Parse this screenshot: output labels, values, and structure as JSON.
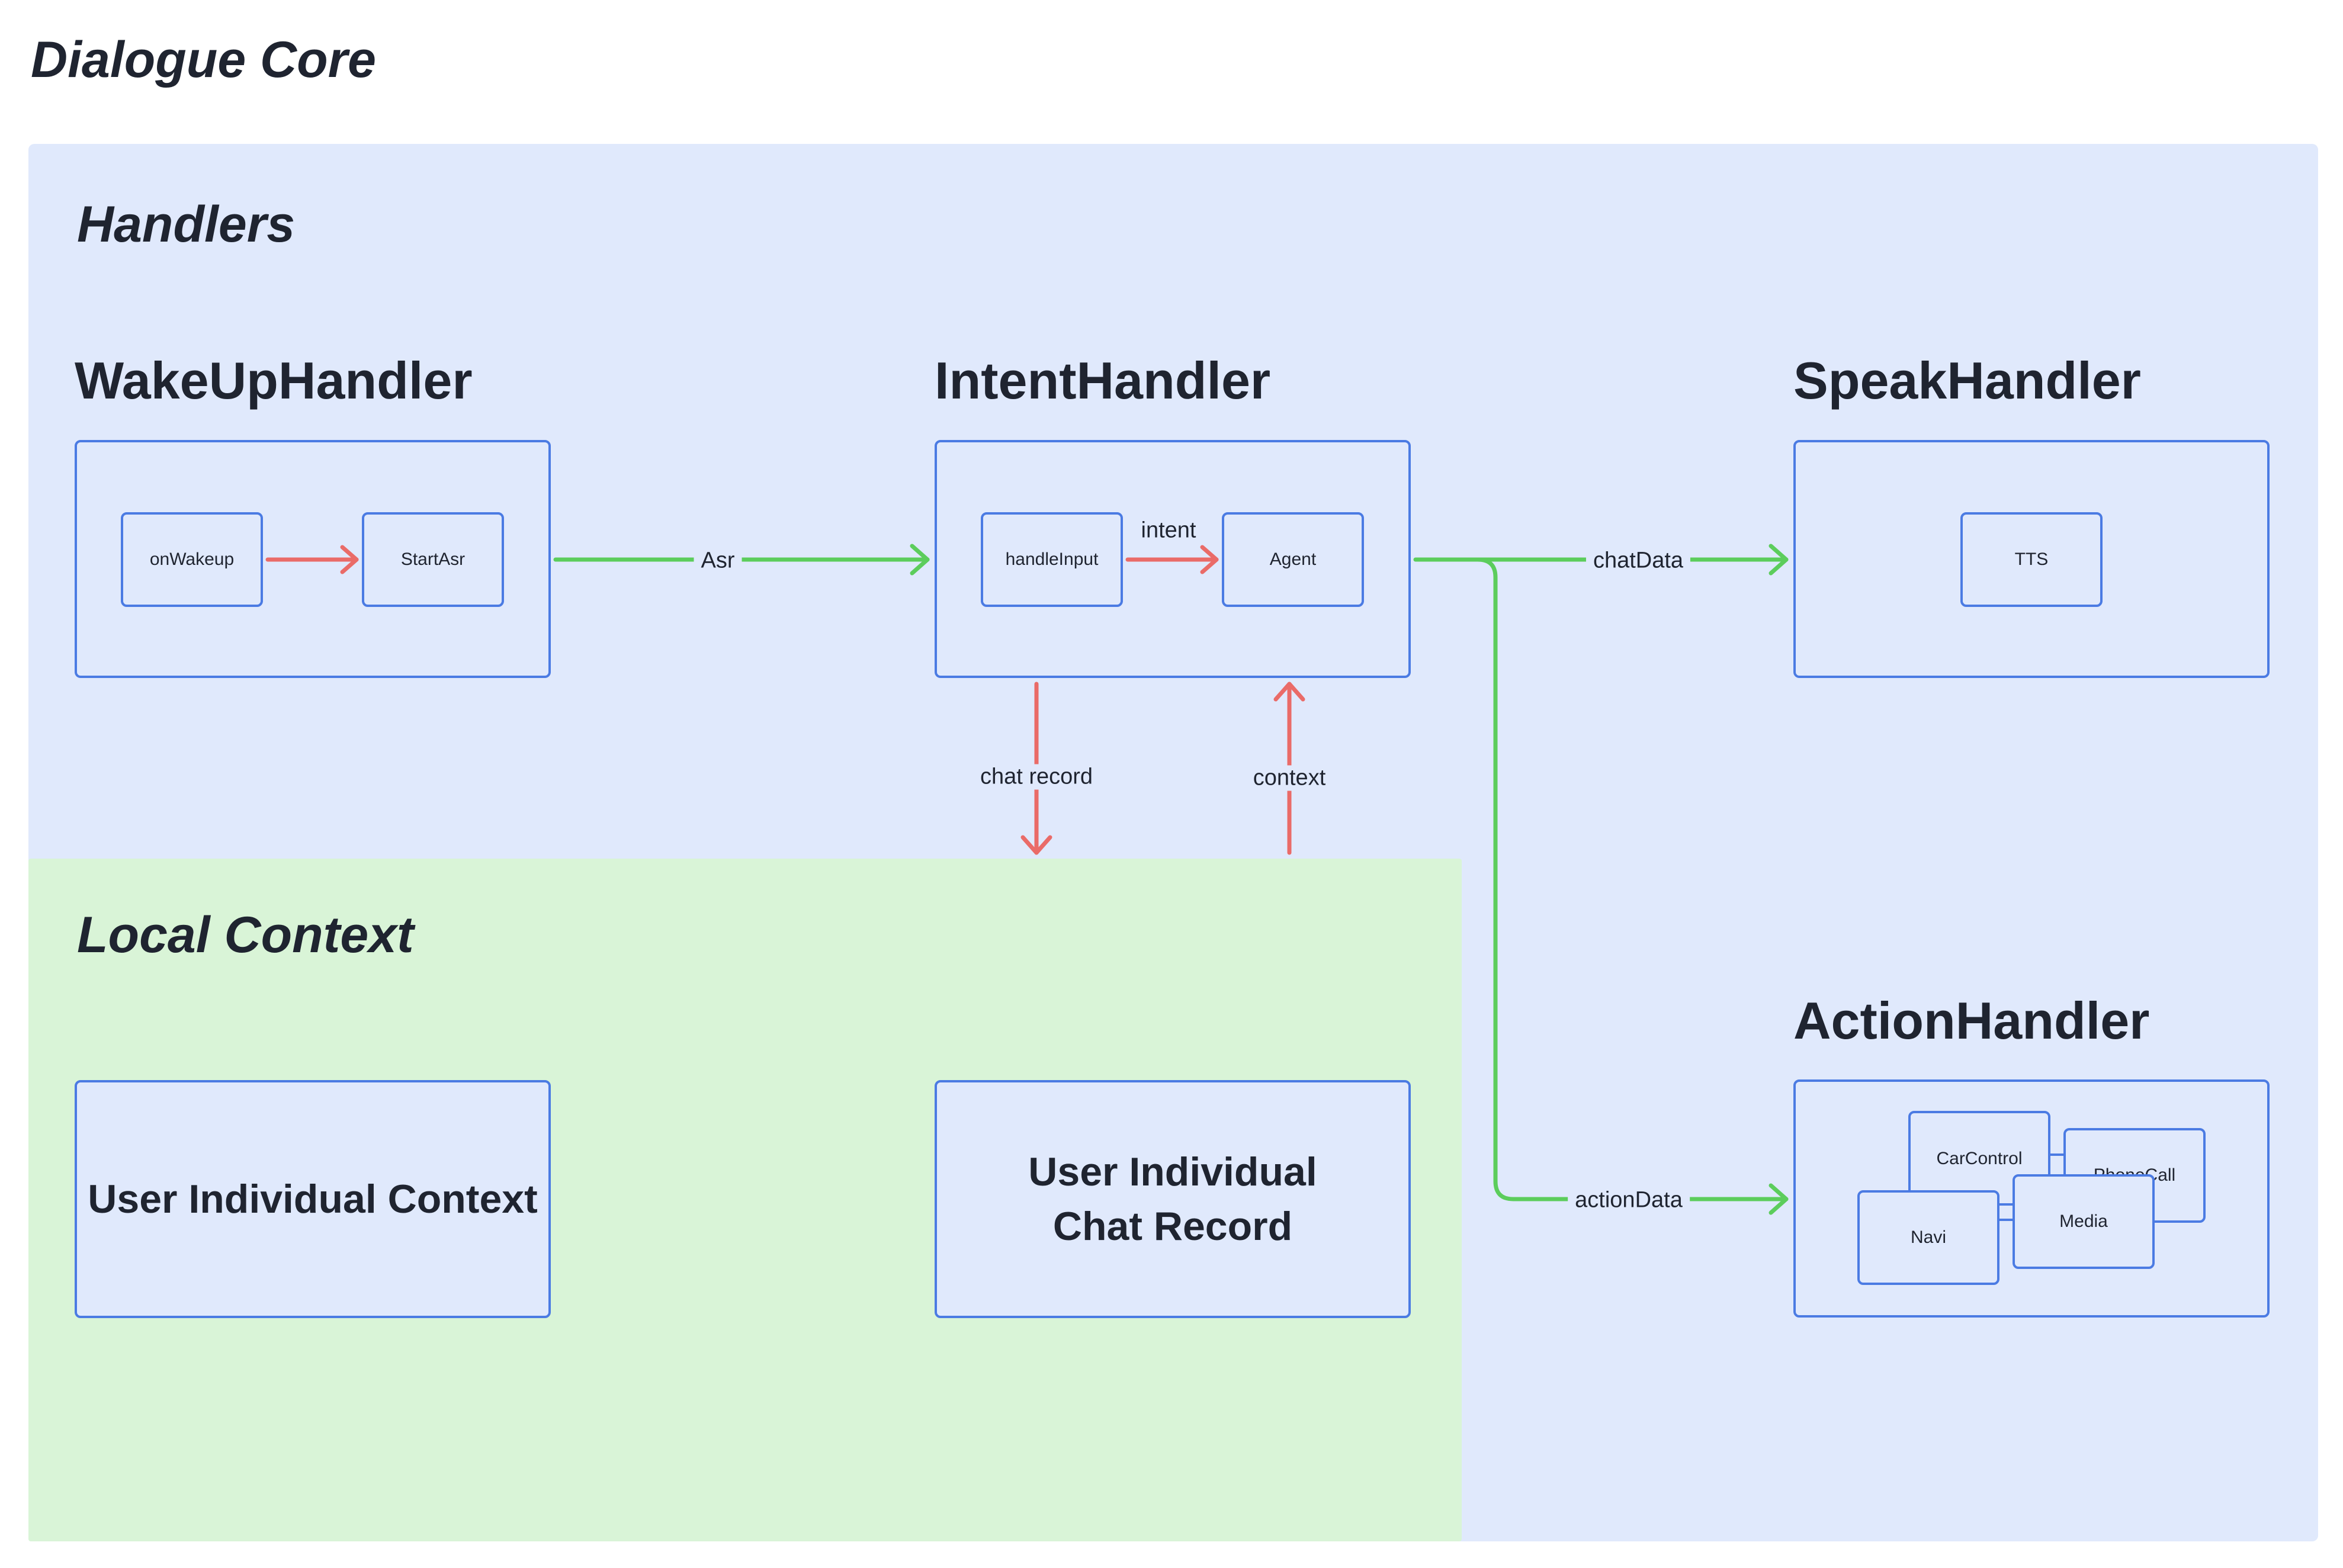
{
  "diagram": {
    "title": "Dialogue Core",
    "regions": {
      "handlers": "Handlers",
      "local_context": "Local Context"
    },
    "handlers": {
      "wakeup": {
        "title": "WakeUpHandler",
        "nodes": [
          "onWakeup",
          "StartAsr"
        ]
      },
      "intent": {
        "title": "IntentHandler",
        "nodes": [
          "handleInput",
          "Agent"
        ]
      },
      "speak": {
        "title": "SpeakHandler",
        "nodes": [
          "TTS"
        ]
      },
      "action": {
        "title": "ActionHandler",
        "nodes": [
          "CarControl",
          "PhoneCall",
          "Navi",
          "Media"
        ]
      }
    },
    "context_stores": {
      "user_context": "User Individual Context",
      "chat_record": "User Individual\nChat Record"
    },
    "edges": {
      "asr": "Asr",
      "intent": "intent",
      "chat_data": "chatData",
      "action_data": "actionData",
      "chat_record": "chat record",
      "context": "context"
    },
    "colors": {
      "handlers_bg": "#e0e9fc",
      "context_bg": "#d9f4d7",
      "box_border": "#4b7be3",
      "data_flow": "#5ccd5c",
      "internal_flow": "#ea6b68"
    }
  }
}
